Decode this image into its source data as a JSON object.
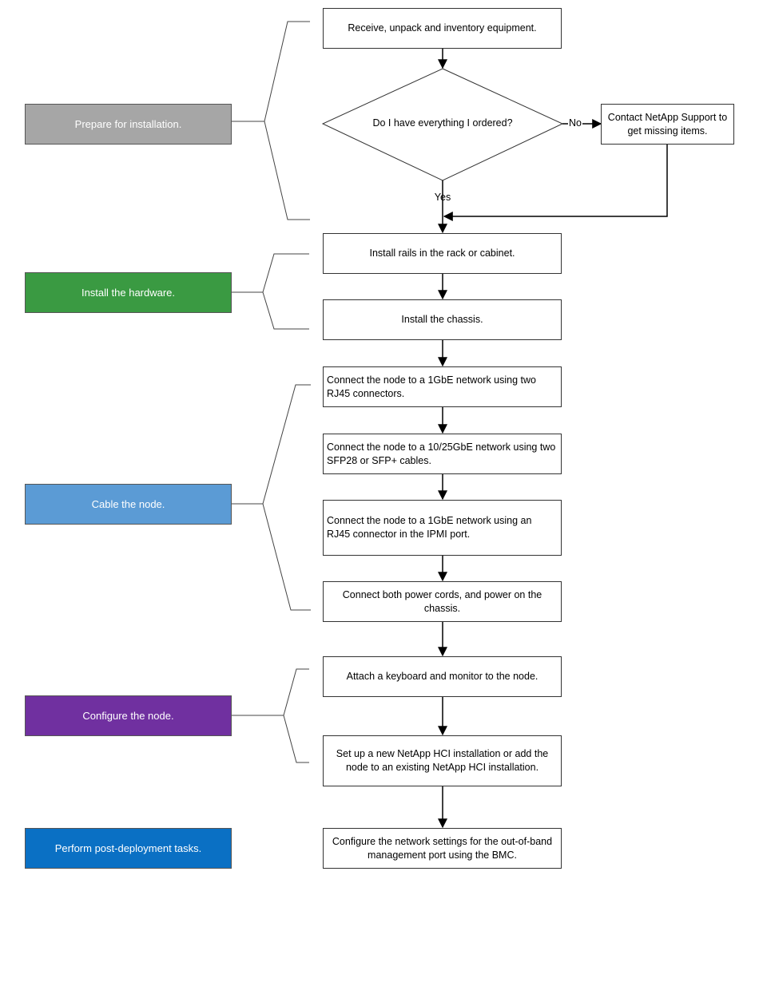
{
  "stages": [
    {
      "id": "prepare",
      "label": "Prepare for installation.",
      "color": "#a6a6a6"
    },
    {
      "id": "hardware",
      "label": "Install the hardware.",
      "color": "#3a9a42"
    },
    {
      "id": "cable",
      "label": "Cable the node.",
      "color": "#5b9bd5"
    },
    {
      "id": "configure",
      "label": "Configure the node.",
      "color": "#7030a0"
    },
    {
      "id": "post",
      "label": "Perform post-deployment tasks.",
      "color": "#0a70c4"
    }
  ],
  "steps": {
    "receive": "Receive, unpack and inventory equipment.",
    "decision": "Do I have everything I ordered?",
    "contact": "Contact NetApp Support to get missing items.",
    "rails": "Install rails in the rack or cabinet.",
    "chassis": "Install the chassis.",
    "net1g": "Connect the node to a 1GbE network using two RJ45 connectors.",
    "net25g": "Connect the node to a 10/25GbE network using two SFP28 or SFP+ cables.",
    "ipmi": "Connect the node to a 1GbE network using an RJ45 connector in the IPMI port.",
    "power": "Connect both power cords, and power on the chassis.",
    "keyboard": "Attach a keyboard and monitor to the node.",
    "setup": "Set up a new NetApp HCI installation or add the node to an existing NetApp HCI installation.",
    "bmc": "Configure the network settings for the out-of-band management port using the BMC."
  },
  "labels": {
    "no": "No",
    "yes": "Yes"
  }
}
